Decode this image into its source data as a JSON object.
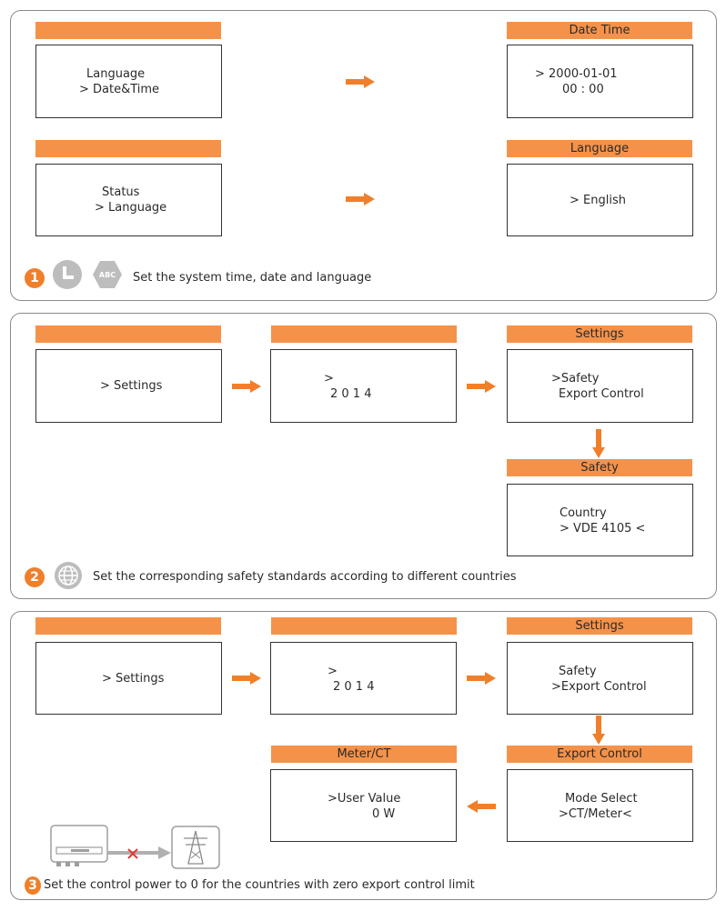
{
  "panel1": {
    "box_left": {
      "line1": "Language",
      "line2": "> Date&Time"
    },
    "box_right": {
      "title": "Date Time",
      "line1": "> 2000-01-01",
      "line2": "00 : 00"
    },
    "box2_left": {
      "line1": "Status",
      "line2": "> Language"
    },
    "box2_right": {
      "title": "Language",
      "line1": "> English"
    },
    "step": "1",
    "abc_icon_text": "ABC",
    "caption": "Set the system time, date and language"
  },
  "panel2": {
    "box_a": {
      "line1": "> Settings"
    },
    "box_b": {
      "line1": ">",
      "line2": "2 0 1 4"
    },
    "box_c": {
      "title": "Settings",
      "line1": ">Safety",
      "line2": "Export Control"
    },
    "box_d": {
      "title": "Safety",
      "line1": "Country",
      "line2": "> VDE 4105 <"
    },
    "step": "2",
    "caption": "Set the corresponding safety standards according to different countries"
  },
  "panel3": {
    "box_a": {
      "line1": "> Settings"
    },
    "box_b": {
      "line1": ">",
      "line2": "2 0 1 4"
    },
    "box_c": {
      "title": "Settings",
      "line1": "Safety",
      "line2": ">Export Control"
    },
    "box_d": {
      "title": "Export Control",
      "line1": "Mode Select",
      "line2": ">CT/Meter<"
    },
    "box_e": {
      "title": "Meter/CT",
      "line1": ">User Value",
      "line2": "0 W"
    },
    "step": "3",
    "caption": "Set the control power to 0 for the countries with zero export control limit"
  },
  "colors": {
    "accent": "#f5924a",
    "arrow": "#f07f2a",
    "icon_gray": "#bdbdbd",
    "cross_red": "#e53935"
  },
  "icons": [
    "clock-icon",
    "abc-language-icon",
    "globe-icon",
    "inverter-icon",
    "power-tower-icon",
    "cross-icon",
    "arrow-right-icon",
    "arrow-down-icon",
    "arrow-left-icon"
  ]
}
